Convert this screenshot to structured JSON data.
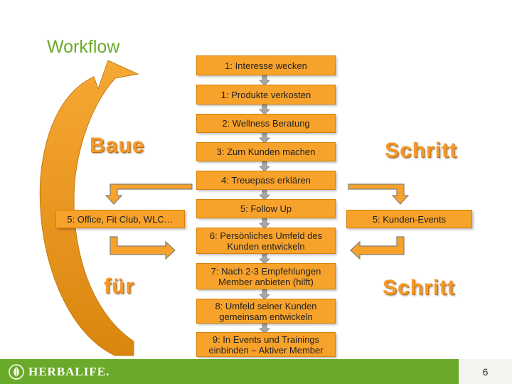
{
  "title": "Workflow",
  "steps": [
    "1: Interesse wecken",
    "1: Produkte verkosten",
    "2: Wellness Beratung",
    "3: Zum Kunden machen",
    "4: Treuepass erklären",
    "5: Follow Up",
    "6: Persönliches Umfeld des\nKunden entwickeln",
    "7: Nach 2-3 Empfehlungen\nMember anbieten (hilft)",
    "8: Umfeld seiner Kunden\ngemeinsam entwickeln",
    "9: In Events und Trainings\neinbinden – Aktiver Member"
  ],
  "side_left": "5: Office, Fit Club, WLC…",
  "side_right": "5: Kunden-Events",
  "words": {
    "baue": "Baue",
    "fuer": "für",
    "schritt_top": "Schritt",
    "schritt_bottom": "Schritt"
  },
  "footer": {
    "logo_text": "HERBALIFE.",
    "page_number": "6"
  },
  "colors": {
    "box_fill": "#f7a22b",
    "accent_green": "#6aaa2a",
    "word_orange": "#f39a2c"
  }
}
